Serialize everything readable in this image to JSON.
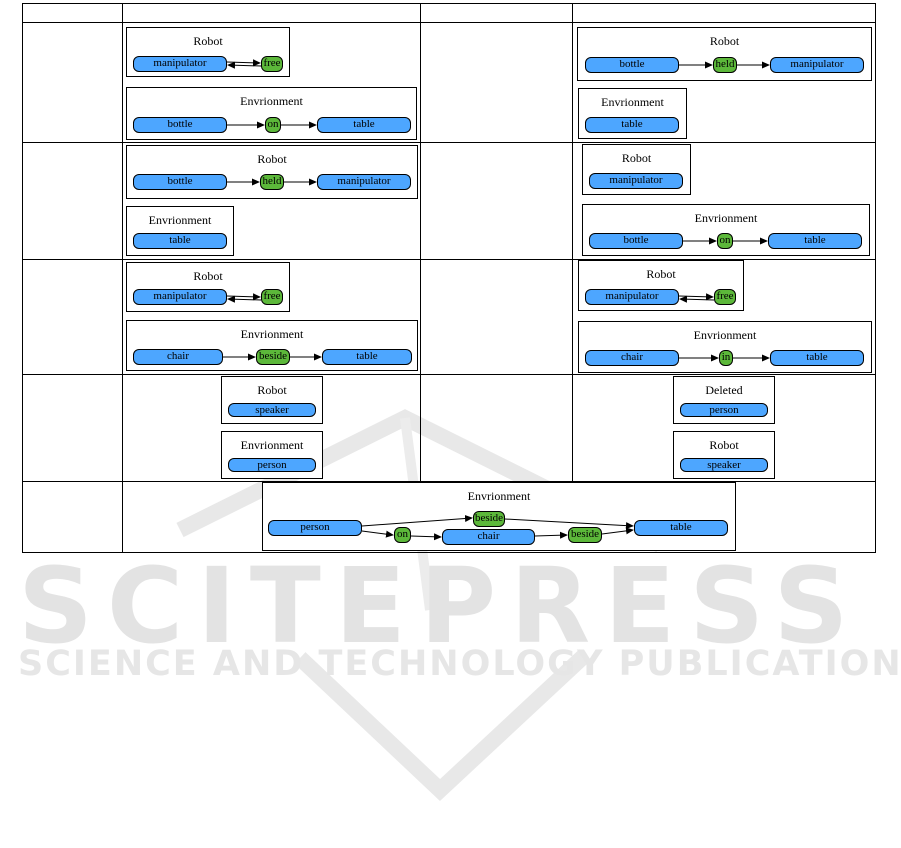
{
  "watermark": {
    "brand": "SCITEPRESS",
    "tagline": "SCIENCE AND TECHNOLOGY PUBLICATIONS"
  },
  "colors": {
    "object_node": "#4da6ff",
    "relation_node": "#5cb83a",
    "watermark": "#e3e3e3"
  },
  "labels": {
    "robot": "Robot",
    "environment": "Envrionment",
    "deleted": "Deleted"
  },
  "nodes": {
    "manipulator": "manipulator",
    "bottle": "bottle",
    "table": "table",
    "chair": "chair",
    "speaker": "speaker",
    "person": "person"
  },
  "relations": {
    "free": "free",
    "on": "on",
    "held": "held",
    "beside": "beside",
    "in": "in"
  }
}
